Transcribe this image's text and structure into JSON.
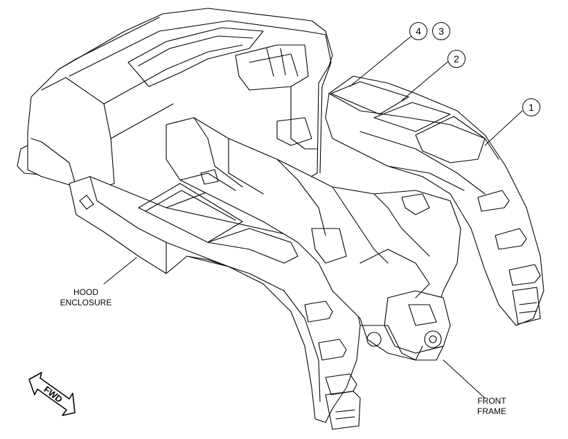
{
  "callouts": [
    {
      "id": "4",
      "label": "4"
    },
    {
      "id": "3",
      "label": "3"
    },
    {
      "id": "2",
      "label": "2"
    },
    {
      "id": "1",
      "label": "1"
    }
  ],
  "labels": {
    "hood_line1": "HOOD",
    "hood_line2": "ENCLOSURE",
    "frame_line1": "FRONT",
    "frame_line2": "FRAME"
  },
  "fwd_arrow": {
    "text": "FWD"
  },
  "colors": {
    "line": "#000000",
    "background": "#ffffff"
  }
}
